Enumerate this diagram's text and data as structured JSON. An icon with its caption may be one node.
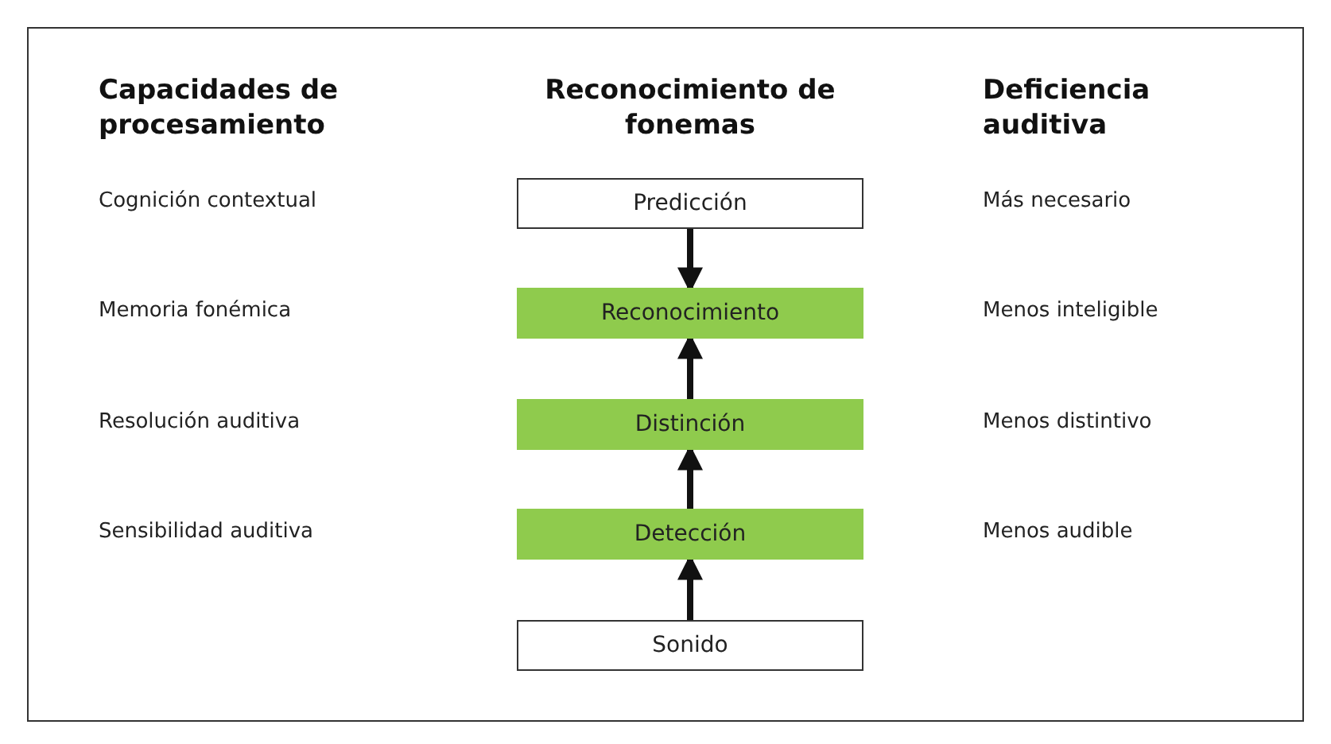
{
  "diagram": {
    "nodes": [
      {
        "text": [
          "Predicción"
        ]
      },
      {
        "text": [
          "Reconocimiento"
        ]
      },
      {
        "text": [
          "Distinción"
        ]
      },
      {
        "text": [
          "Detección"
        ]
      },
      {
        "text": [
          "Sonido"
        ]
      }
    ],
    "edges": [
      {
        "from": 0,
        "to": 1,
        "arrow": "to"
      },
      {
        "from": 2,
        "to": 1,
        "arrow": "to"
      },
      {
        "from": 3,
        "to": 2,
        "arrow": "to"
      },
      {
        "from": 4,
        "to": 3,
        "arrow": "to"
      }
    ],
    "labels": [
      "Capacidades de procesamiento",
      "Reconocimiento de fonemas",
      "Deficiencia auditiva",
      "Cognición contextual",
      "Más necesario",
      "Memoria fonémica",
      "Menos inteligible",
      "Resolución auditiva",
      "Menos distintivo",
      "Sensibilidad auditiva",
      "Menos audible"
    ]
  }
}
